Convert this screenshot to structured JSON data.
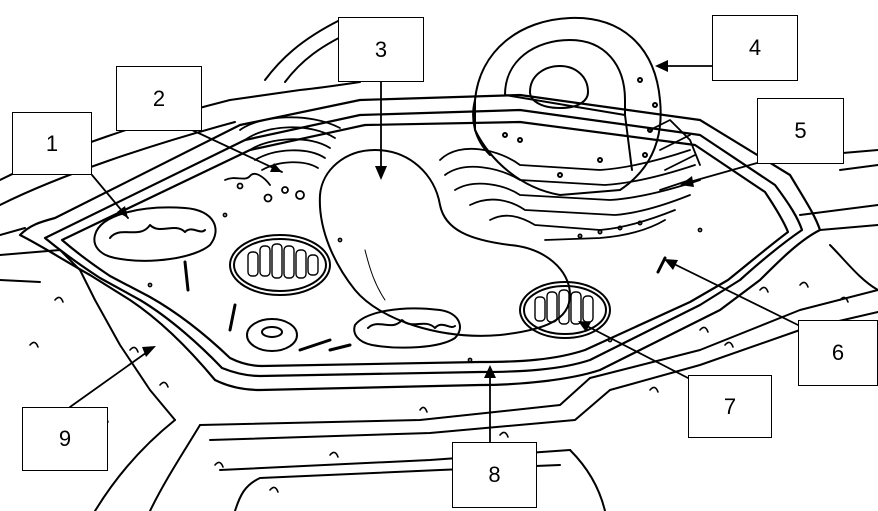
{
  "diagram": {
    "labels": [
      {
        "id": "1",
        "text": "1"
      },
      {
        "id": "2",
        "text": "2"
      },
      {
        "id": "3",
        "text": "3"
      },
      {
        "id": "4",
        "text": "4"
      },
      {
        "id": "5",
        "text": "5"
      },
      {
        "id": "6",
        "text": "6"
      },
      {
        "id": "7",
        "text": "7"
      },
      {
        "id": "8",
        "text": "8"
      },
      {
        "id": "9",
        "text": "9"
      }
    ]
  }
}
